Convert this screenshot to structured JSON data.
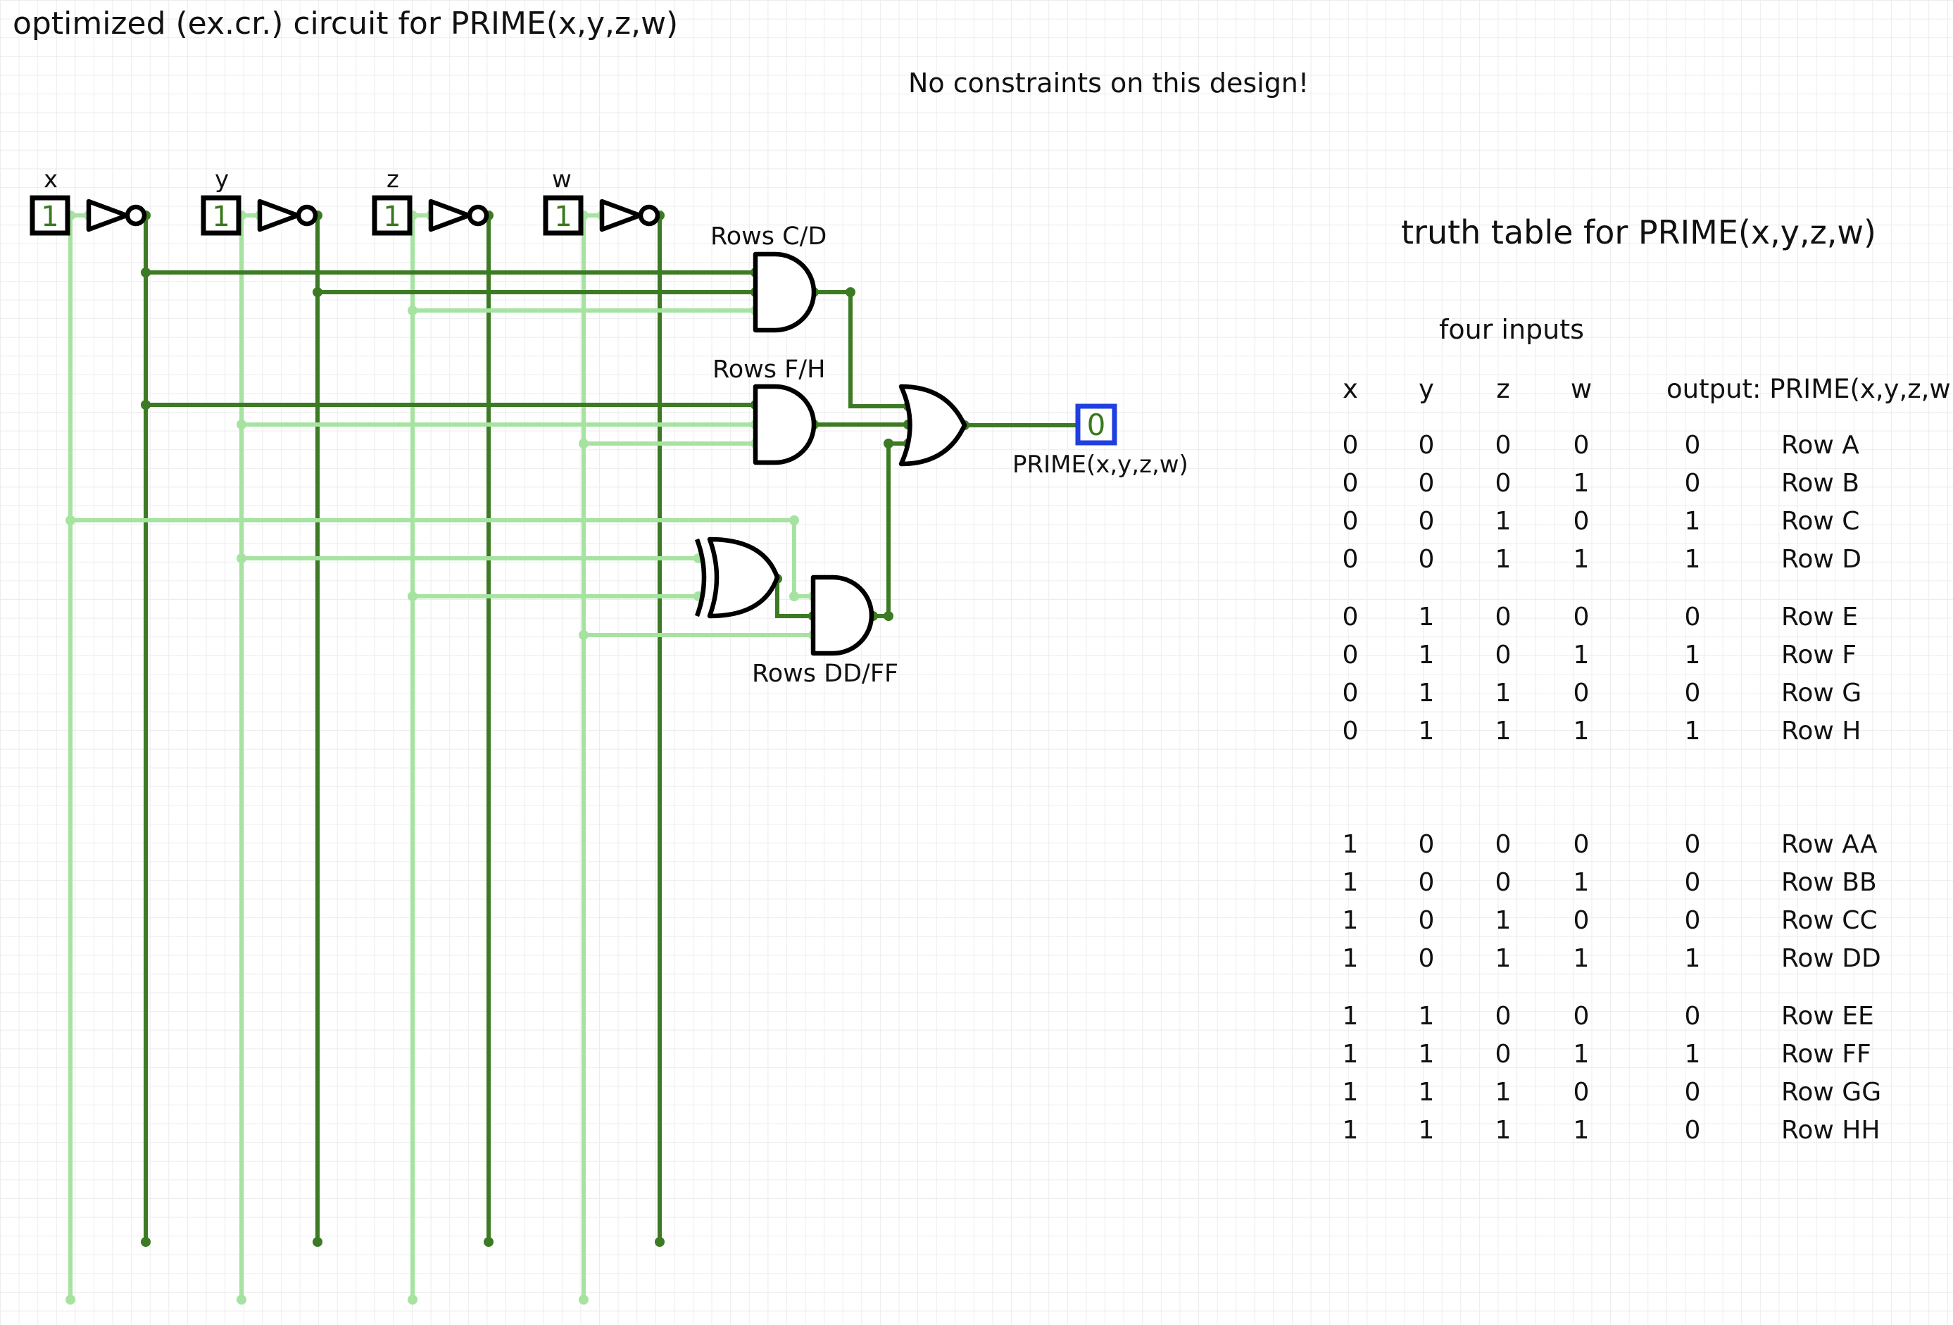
{
  "title": "optimized (ex.cr.) circuit for PRIME(x,y,z,w)",
  "note": "No constraints on this design!",
  "inputs": [
    {
      "label": "x",
      "value": "1"
    },
    {
      "label": "y",
      "value": "1"
    },
    {
      "label": "z",
      "value": "1"
    },
    {
      "label": "w",
      "value": "1"
    }
  ],
  "gates": {
    "and_cd": "Rows C/D",
    "and_fh": "Rows F/H",
    "and_ddff": "Rows DD/FF"
  },
  "output": {
    "value": "0",
    "label": "PRIME(x,y,z,w)"
  },
  "colors": {
    "wire_on": "#a6e3a1",
    "wire_off": "#3c7a23",
    "output_border": "#1f3fe0"
  },
  "truth_table": {
    "title": "truth table for PRIME(x,y,z,w)",
    "subtitle": "four inputs",
    "headers": [
      "x",
      "y",
      "z",
      "w",
      "output: PRIME(x,y,z,w)"
    ],
    "rows": [
      {
        "x": "0",
        "y": "0",
        "z": "0",
        "w": "0",
        "out": "0",
        "name": "Row A"
      },
      {
        "x": "0",
        "y": "0",
        "z": "0",
        "w": "1",
        "out": "0",
        "name": "Row B"
      },
      {
        "x": "0",
        "y": "0",
        "z": "1",
        "w": "0",
        "out": "1",
        "name": "Row C"
      },
      {
        "x": "0",
        "y": "0",
        "z": "1",
        "w": "1",
        "out": "1",
        "name": "Row D"
      },
      {
        "x": "0",
        "y": "1",
        "z": "0",
        "w": "0",
        "out": "0",
        "name": "Row E"
      },
      {
        "x": "0",
        "y": "1",
        "z": "0",
        "w": "1",
        "out": "1",
        "name": "Row F"
      },
      {
        "x": "0",
        "y": "1",
        "z": "1",
        "w": "0",
        "out": "0",
        "name": "Row G"
      },
      {
        "x": "0",
        "y": "1",
        "z": "1",
        "w": "1",
        "out": "1",
        "name": "Row H"
      },
      {
        "x": "1",
        "y": "0",
        "z": "0",
        "w": "0",
        "out": "0",
        "name": "Row AA"
      },
      {
        "x": "1",
        "y": "0",
        "z": "0",
        "w": "1",
        "out": "0",
        "name": "Row BB"
      },
      {
        "x": "1",
        "y": "0",
        "z": "1",
        "w": "0",
        "out": "0",
        "name": "Row CC"
      },
      {
        "x": "1",
        "y": "0",
        "z": "1",
        "w": "1",
        "out": "1",
        "name": "Row DD"
      },
      {
        "x": "1",
        "y": "1",
        "z": "0",
        "w": "0",
        "out": "0",
        "name": "Row EE"
      },
      {
        "x": "1",
        "y": "1",
        "z": "0",
        "w": "1",
        "out": "1",
        "name": "Row FF"
      },
      {
        "x": "1",
        "y": "1",
        "z": "1",
        "w": "0",
        "out": "0",
        "name": "Row GG"
      },
      {
        "x": "1",
        "y": "1",
        "z": "1",
        "w": "1",
        "out": "0",
        "name": "Row HH"
      }
    ]
  }
}
